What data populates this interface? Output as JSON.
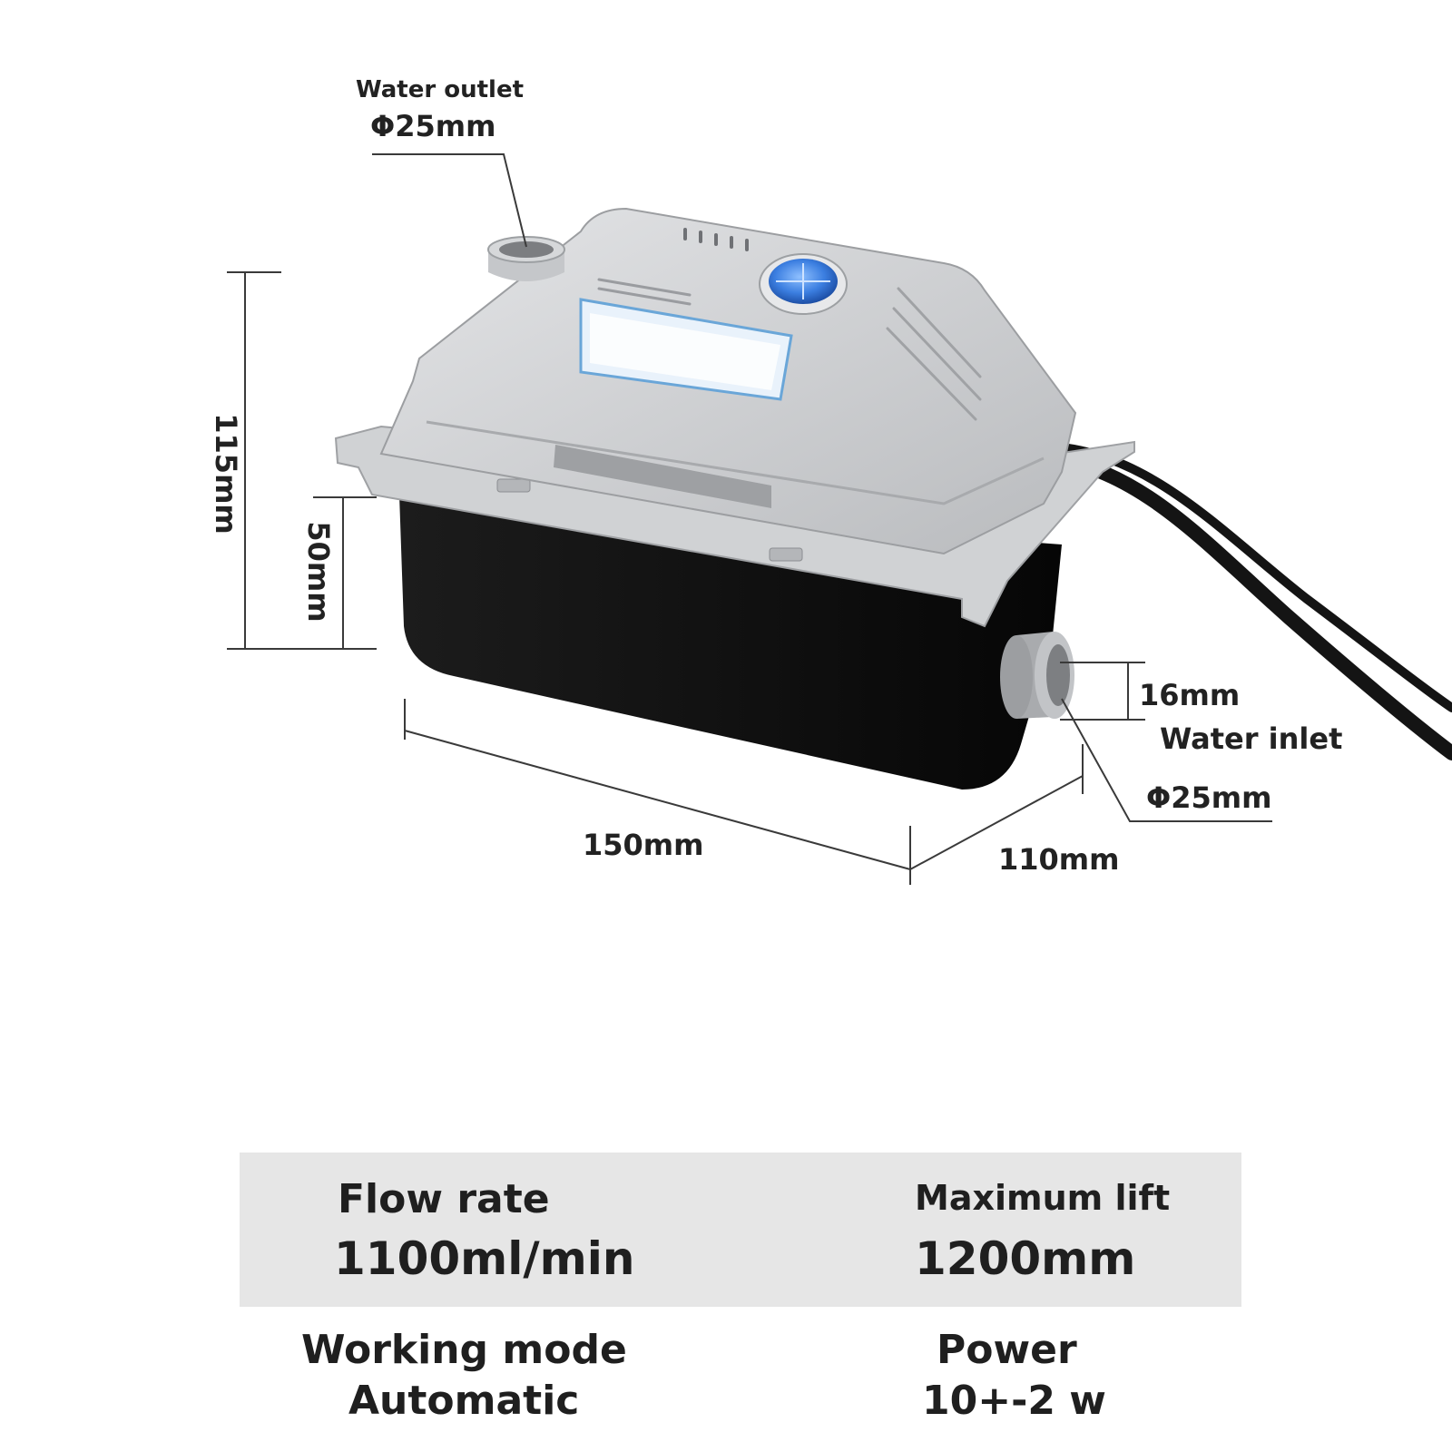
{
  "labels": {
    "outlet_title": "Water outlet",
    "outlet_diameter": "Φ25mm",
    "height_total": "115mm",
    "height_tank": "50mm",
    "inlet_height": "16mm",
    "inlet_title": "Water inlet",
    "inlet_diameter": "Φ25mm",
    "length": "150mm",
    "width": "110mm"
  },
  "specs": {
    "flow_rate_title": "Flow rate",
    "flow_rate_value": "1100ml/min",
    "max_lift_title": "Maximum lift",
    "max_lift_value": "1200mm",
    "working_mode_title": "Working mode",
    "working_mode_value": "Automatic",
    "power_title": "Power",
    "power_value": "10+-2 w"
  },
  "colors": {
    "housing": "#c9cbcd",
    "tank": "#111111",
    "gauge": "#2f6fd1",
    "band": "#e6e6e6"
  }
}
